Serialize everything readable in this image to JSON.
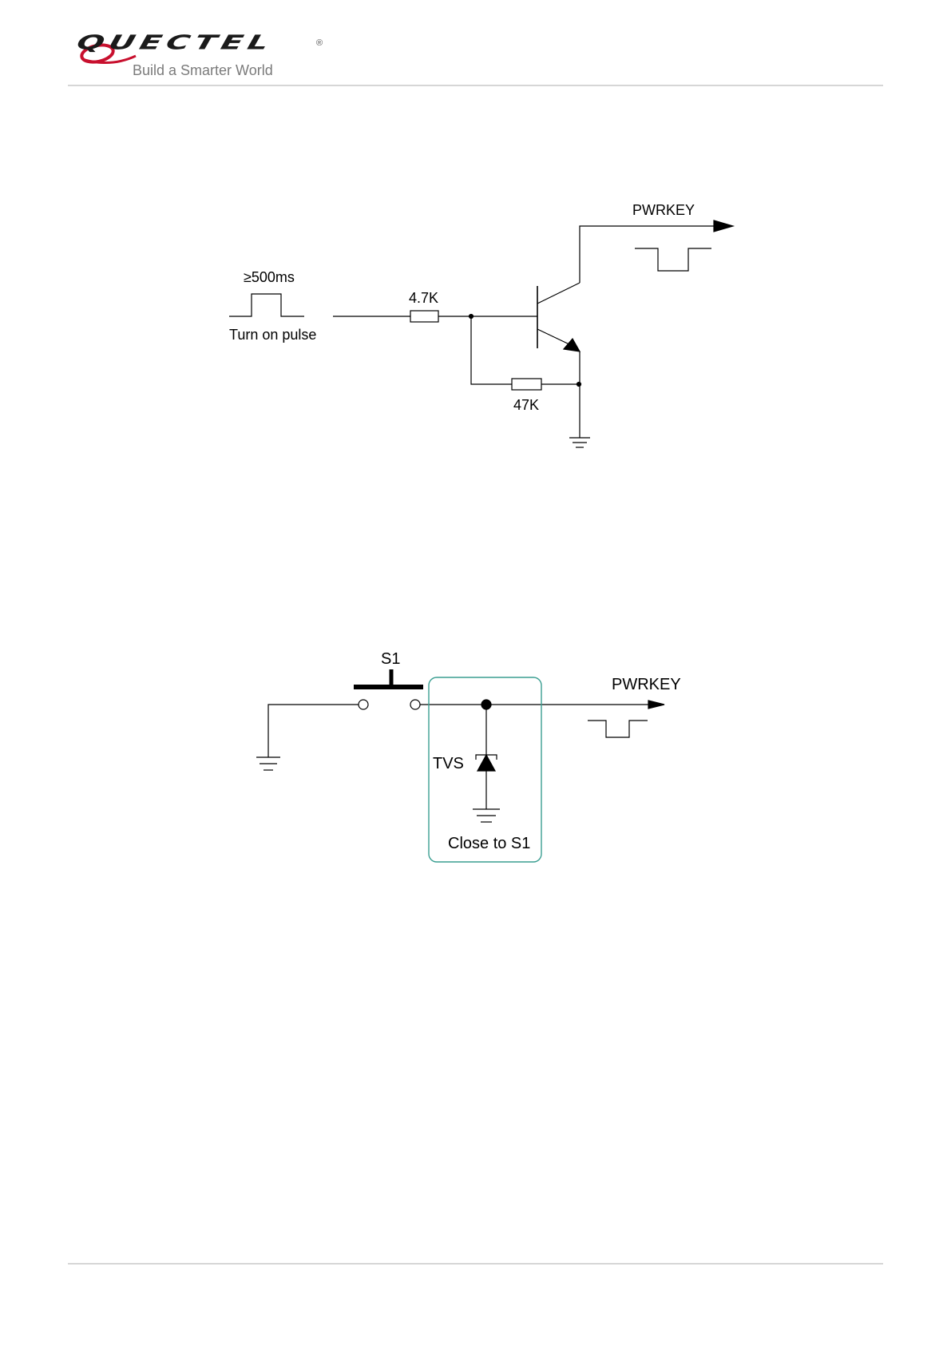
{
  "header": {
    "logo_text": "QUECTEL",
    "logo_registered": "®",
    "logo_tagline": "Build a Smarter World",
    "brand_color": "#c8102e"
  },
  "circuit_1": {
    "pulse_duration_label": "≥500ms",
    "pulse_caption": "Turn on pulse",
    "resistor_base_label": "4.7K",
    "resistor_be_label": "47K",
    "output_label": "PWRKEY"
  },
  "circuit_2": {
    "switch_label": "S1",
    "tvs_label": "TVS",
    "output_label": "PWRKEY",
    "box_note": "Close to S1",
    "box_color": "#3a9e91"
  }
}
